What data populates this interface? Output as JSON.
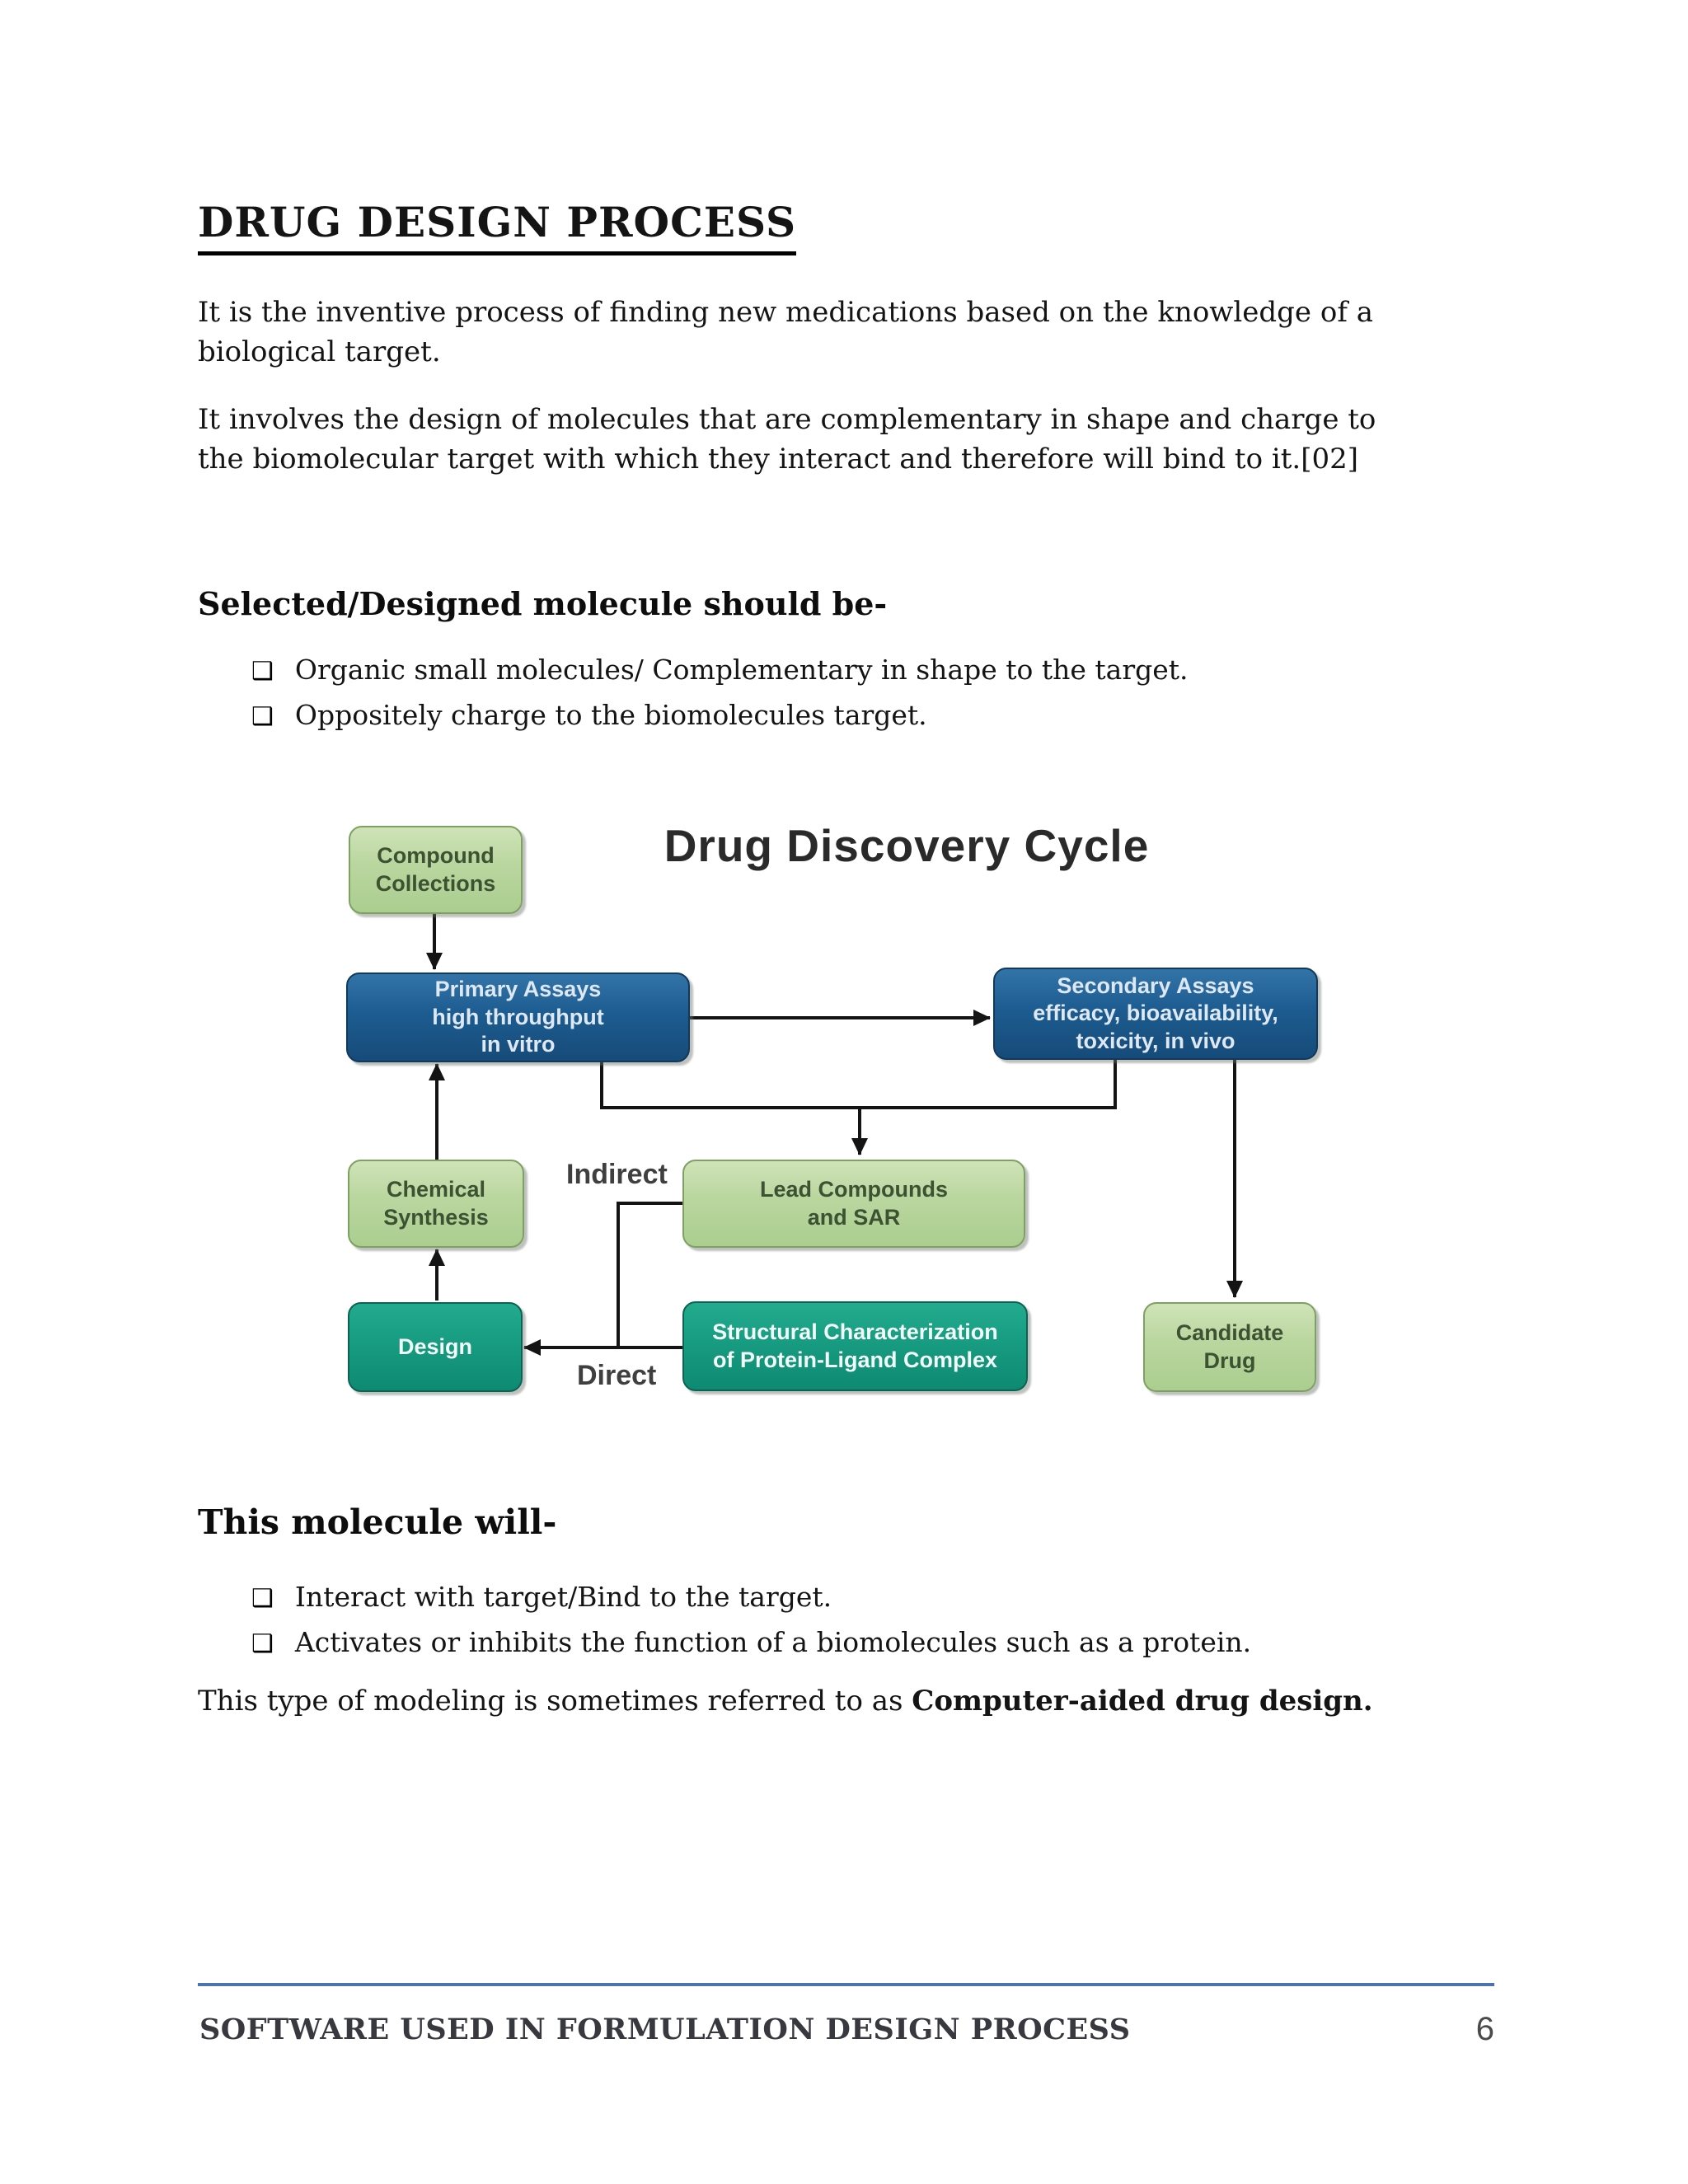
{
  "content": {
    "title": "DRUG DESIGN PROCESS",
    "para1": {
      "line1": "It is the inventive process of finding new medications based on the knowledge of a",
      "line2": "biological target."
    },
    "para2": {
      "line1": "It involves the design of molecules that are complementary in shape and charge to",
      "line2": "the biomolecular target with which they interact and therefore will bind to it.[02]"
    },
    "bullet_glyph": "❑",
    "section1": {
      "heading": "Selected/Designed molecule should be-",
      "items": [
        "Organic small molecules/ Complementary in shape to the target.",
        "Oppositely charge to the biomolecules target."
      ]
    },
    "section2": {
      "heading": "This molecule will-",
      "items": [
        "Interact with target/Bind to the target.",
        "Activates or inhibits the function of a biomolecules such as a protein."
      ]
    },
    "closing_prefix": "This type of modeling is sometimes referred to as ",
    "closing_bold": "Computer-aided drug design.",
    "footer": {
      "text": "SOFTWARE USED IN FORMULATION DESIGN PROCESS",
      "page_number": "6"
    }
  },
  "diagram": {
    "title": "Drug Discovery Cycle",
    "labels": {
      "compound": "Compound\nCollections",
      "primary": "Primary Assays\nhigh throughput\nin vitro",
      "secondary": "Secondary Assays\nefficacy, bioavailability,\ntoxicity, in vivo",
      "chemical": "Chemical\nSynthesis",
      "lead": "Lead Compounds\nand SAR",
      "design": "Design",
      "structural": "Structural Characterization\nof Protein-Ligand Complex",
      "candidate": "Candidate\nDrug",
      "indirect": "Indirect",
      "direct": "Direct"
    },
    "colors": {
      "light_green_fill": "#b9d69e",
      "light_green_border": "#7fa063",
      "blue_fill": "#1d5c90",
      "blue_border": "#10395c",
      "teal_fill": "#169a80",
      "teal_border": "#0c6353",
      "arrow": "#141414",
      "footer_rule": "#4a74ad"
    }
  }
}
